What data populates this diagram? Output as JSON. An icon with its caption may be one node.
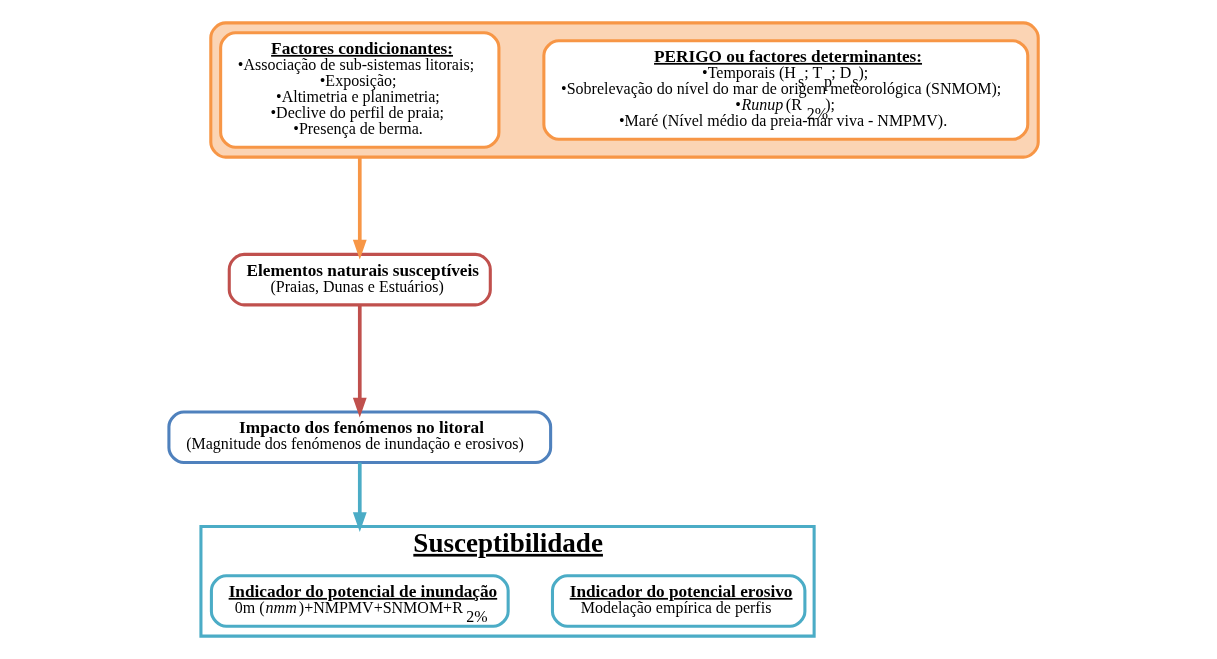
{
  "diagram": {
    "nodes": [
      {
        "text": [],
        "shape": "box"
      },
      {
        "text": [
          "Factores condicionantes:",
          "•Associação de sub-sistemas litorais;",
          "•Exposição;",
          "•Altimetria e planimetria;",
          "•Declive do perfil de praia;",
          "•Presença de berma."
        ],
        "in": 0
      },
      {
        "text": [
          "PERIGO ou factores determinantes:",
          "•Temporais (H$_{s}$; T$_{p}$; D$_{s}$);",
          "•Sobrelevação do nível do mar de origem meteorológica (SNMOM);",
          "•*Runup* (R$_{2%}$);",
          "•Maré (Nível médio da preia-mar viva - NMPMV)."
        ],
        "in": 0
      },
      {
        "text": [
          "Elementos naturais susceptíveis",
          "(Praias, Dunas e Estuários)"
        ]
      },
      {
        "text": [
          "Impacto dos fenómenos no litoral",
          "(Magnitude dos fenómenos de inundação e erosivos)"
        ]
      },
      {
        "text": [
          "Susceptibilidade"
        ]
      },
      {
        "text": [
          "Indicador do potencial de inundação",
          "0m (*nmm*)+NMPMV+SNMOM+R$_{2%}$"
        ],
        "in": 5
      },
      {
        "text": [
          "Indicador do potencial erosivo",
          "Modelação empírica de perfis"
        ],
        "in": 5
      }
    ],
    "edges": [
      {
        "from": 0,
        "to": 3,
        "arrow": "to",
        "color": "#f79646"
      },
      {
        "from": 3,
        "to": 4,
        "arrow": "to",
        "color": "#c0504d"
      },
      {
        "from": 4,
        "to": 5,
        "arrow": "to",
        "color": "#4bacc6"
      }
    ]
  }
}
